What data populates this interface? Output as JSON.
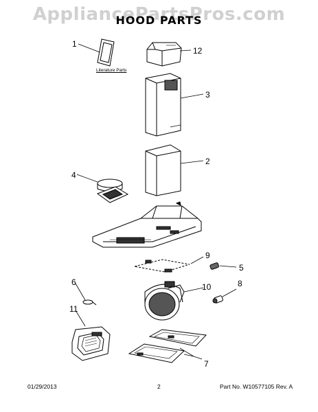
{
  "watermark": "AppliancePartsPros.com",
  "title": "HOOD PARTS",
  "literature_label": "Literature Parts",
  "callouts": {
    "c1": "1",
    "c2": "2",
    "c3": "3",
    "c4": "4",
    "c5": "5",
    "c6": "6",
    "c7": "7",
    "c8": "8",
    "c9": "9",
    "c10": "10",
    "c11": "11",
    "c12": "12"
  },
  "footer": {
    "date": "01/29/2013",
    "page": "2",
    "part_no": "Part No. W10577105 Rev. A"
  }
}
